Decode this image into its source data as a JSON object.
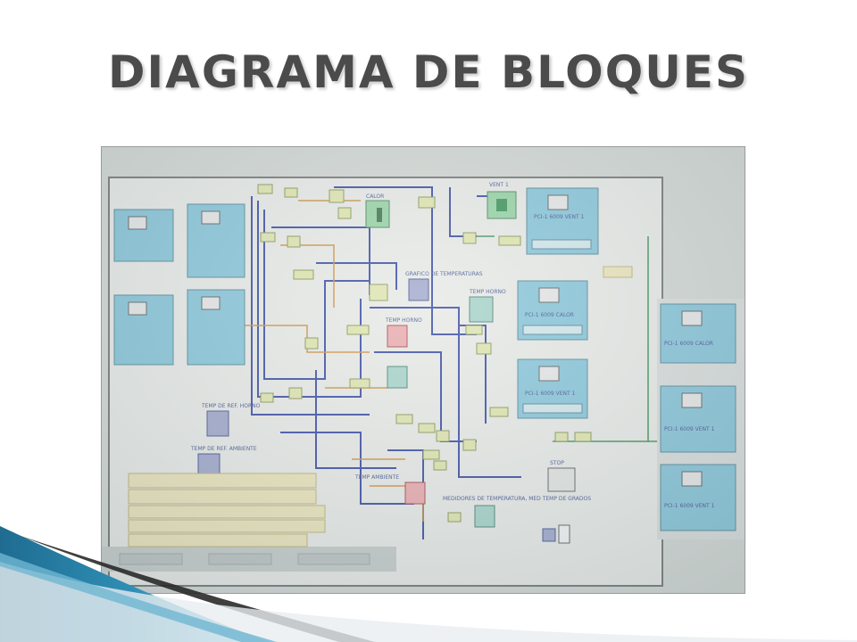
{
  "slide": {
    "title": "DIAGRAMA DE BLOQUES"
  },
  "diagram": {
    "blocks": [
      {
        "id": "calor",
        "label": "CALOR"
      },
      {
        "id": "vent1",
        "label": "VENT 1"
      },
      {
        "id": "pci_vent1",
        "label": "PCI-1 6009 VENT 1"
      },
      {
        "id": "graf_temp",
        "label": "GRAFICO DE TEMPERATURAS"
      },
      {
        "id": "temp_horno_a",
        "label": "TEMP HORNO"
      },
      {
        "id": "temp_horno_b",
        "label": "TEMP HORNO"
      },
      {
        "id": "pci_calor",
        "label": "PCI-1 6009 CALOR"
      },
      {
        "id": "pci_vent1_b",
        "label": "PCI-1 6009 VENT 1"
      },
      {
        "id": "pci_calor_b",
        "label": "PCI-1 6009 CALOR"
      },
      {
        "id": "pci_vent1_c",
        "label": "PCI-1 6009 VENT 1"
      },
      {
        "id": "pci_vent1_d",
        "label": "PCI-1 6009 VENT 1"
      },
      {
        "id": "temp_ref_horno",
        "label": "TEMP DE REF. HORNO"
      },
      {
        "id": "temp_ref_ambiente",
        "label": "TEMP DE REF. AMBIENTE"
      },
      {
        "id": "temp_ambiente",
        "label": "TEMP AMBIENTE"
      },
      {
        "id": "medidores",
        "label": "MEDIDORES DE TEMPERATURA, MED TEMP DE GRADOS"
      },
      {
        "id": "stop",
        "label": "STOP"
      }
    ]
  },
  "colors": {
    "wire_blue": "#2b3f9e",
    "wire_orange": "#c98a3a",
    "wire_green": "#2f8a4a",
    "block_fill": "#7fc1d6",
    "note_fill": "#e9e2b6"
  }
}
